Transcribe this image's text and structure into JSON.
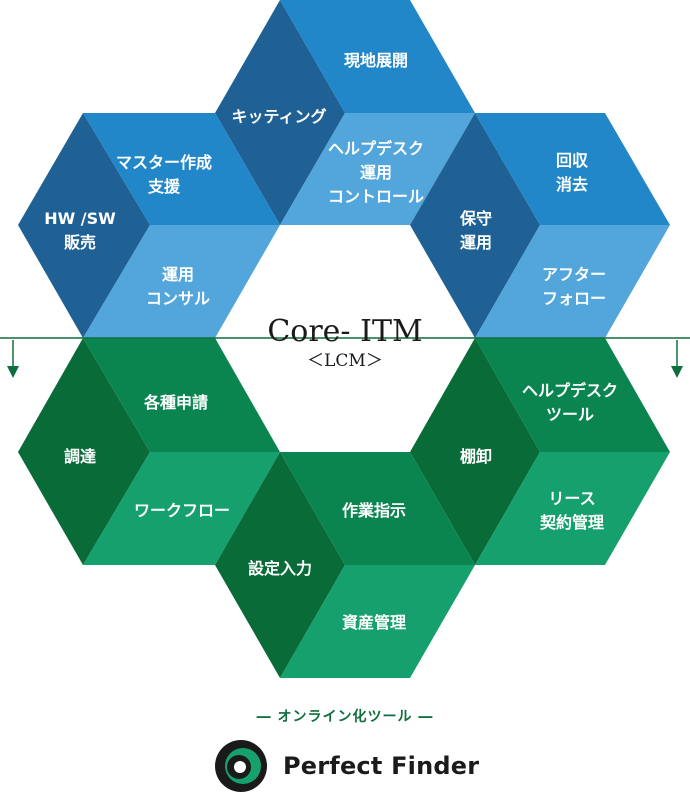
{
  "center": {
    "title": "Core- ITM",
    "subtitle": "＜LCM＞"
  },
  "lifecycle_top": [
    {
      "key": "genchi",
      "lines": [
        "現地展開"
      ]
    },
    {
      "key": "kitting",
      "lines": [
        "キッティング"
      ]
    },
    {
      "key": "helpdesk_ops",
      "lines": [
        "ヘルプデスク",
        "運用",
        "コントロール"
      ]
    },
    {
      "key": "master",
      "lines": [
        "マスター作成",
        "支援"
      ]
    },
    {
      "key": "hwsw",
      "lines": [
        "HW /SW",
        "販売"
      ]
    },
    {
      "key": "consul",
      "lines": [
        "運用",
        "コンサル"
      ]
    },
    {
      "key": "kaishu",
      "lines": [
        "回収",
        "消去"
      ]
    },
    {
      "key": "hoshu",
      "lines": [
        "保守",
        "運用"
      ]
    },
    {
      "key": "after",
      "lines": [
        "アフター",
        "フォロー"
      ]
    }
  ],
  "lifecycle_bottom": [
    {
      "key": "shinsei",
      "lines": [
        "各種申請"
      ]
    },
    {
      "key": "chotatsu",
      "lines": [
        "調達"
      ]
    },
    {
      "key": "workflow",
      "lines": [
        "ワークフロー"
      ]
    },
    {
      "key": "helpdesk_tool",
      "lines": [
        "ヘルプデスク",
        "ツール"
      ]
    },
    {
      "key": "tanaoroshi",
      "lines": [
        "棚卸"
      ]
    },
    {
      "key": "lease",
      "lines": [
        "リース",
        "契約管理"
      ]
    },
    {
      "key": "sagyo",
      "lines": [
        "作業指示"
      ]
    },
    {
      "key": "settei",
      "lines": [
        "設定入力"
      ]
    },
    {
      "key": "shisan",
      "lines": [
        "資産管理"
      ]
    }
  ],
  "tagline": "― オンライン化ツール ―",
  "brand": {
    "name": "Perfect Finder"
  },
  "colors": {
    "blue_dark": "#1f6194",
    "blue_mid": "#2187c9",
    "blue_light": "#52a6db",
    "green_dark": "#086b38",
    "green_mid": "#0b8550",
    "green_light": "#15a06d",
    "divider": "#0f6e3d"
  }
}
